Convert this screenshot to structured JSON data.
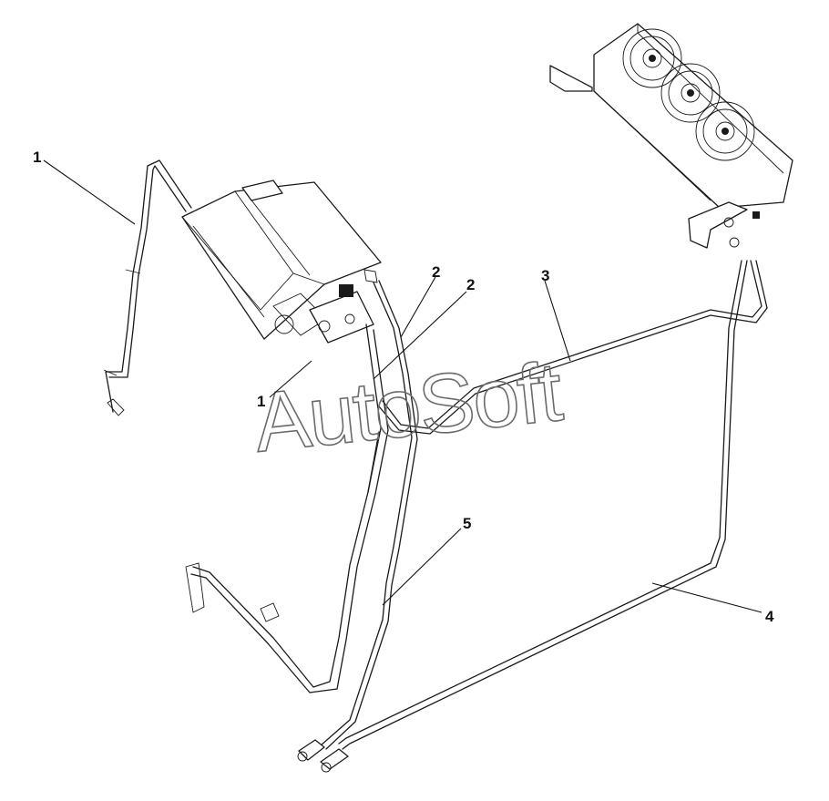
{
  "watermark": "AutoSoft",
  "callouts": [
    {
      "id": "callout-1-top",
      "label": "1"
    },
    {
      "id": "callout-1-low",
      "label": "1"
    },
    {
      "id": "callout-2-a",
      "label": "2"
    },
    {
      "id": "callout-2-b",
      "label": "2"
    },
    {
      "id": "callout-3",
      "label": "3"
    },
    {
      "id": "callout-4",
      "label": "4"
    },
    {
      "id": "callout-5",
      "label": "5"
    }
  ],
  "colors": {
    "line": "#1a1a1a",
    "watermark": "#6b6b6b",
    "background": "#ffffff"
  }
}
